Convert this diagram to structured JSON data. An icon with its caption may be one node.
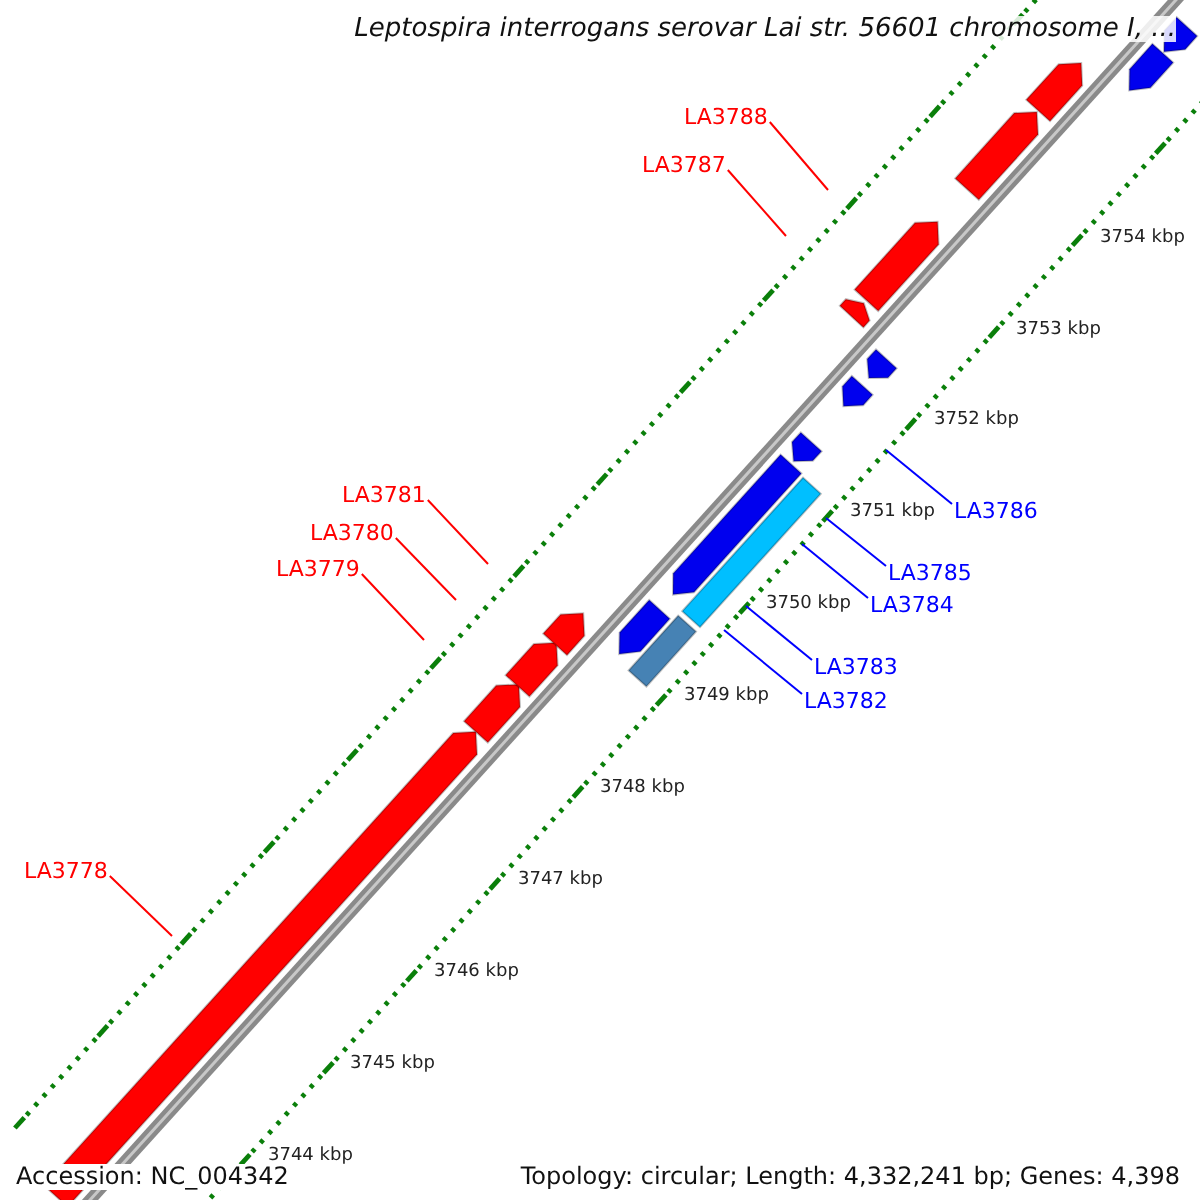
{
  "diagram": {
    "title": "Leptospira interrogans serovar Lai str. 56601 chromosome I, ...",
    "nodes": [
      {
        "text": [
          "LA3788"
        ]
      },
      {
        "text": [
          "LA3787"
        ]
      },
      {
        "text": [
          "LA3786"
        ]
      },
      {
        "text": [
          "LA3785"
        ]
      },
      {
        "text": [
          "LA3781"
        ]
      },
      {
        "text": [
          "LA3784"
        ]
      },
      {
        "text": [
          "LA3780"
        ]
      },
      {
        "text": [
          "LA3779"
        ]
      },
      {
        "text": [
          "LA3783"
        ]
      },
      {
        "text": [
          "LA3782"
        ]
      },
      {
        "text": [
          "LA3778"
        ]
      }
    ],
    "edges": [
      {
        "from": 0,
        "to": null,
        "arrow": "none"
      },
      {
        "from": 1,
        "to": null,
        "arrow": "none"
      },
      {
        "from": 2,
        "to": null,
        "arrow": "none",
        "color": "#0000ff"
      },
      {
        "from": 3,
        "to": null,
        "arrow": "none",
        "color": "#0000ff"
      },
      {
        "from": 4,
        "to": null,
        "arrow": "none"
      },
      {
        "from": 5,
        "to": null,
        "arrow": "none",
        "color": "#0000ff"
      },
      {
        "from": 6,
        "to": null,
        "arrow": "none"
      },
      {
        "from": 7,
        "to": null,
        "arrow": "none"
      },
      {
        "from": 8,
        "to": null,
        "arrow": "none",
        "color": "#0000ff"
      },
      {
        "from": 9,
        "to": null,
        "arrow": "none",
        "color": "#0000ff"
      },
      {
        "from": 10,
        "to": null,
        "arrow": "none"
      }
    ],
    "labels": [
      "3754 kbp",
      "3753 kbp",
      "3752 kbp",
      "3751 kbp",
      "3750 kbp",
      "3749 kbp",
      "3748 kbp",
      "3747 kbp",
      "3746 kbp",
      "3745 kbp",
      "3744 kbp",
      "Accession: NC_004342",
      "Topology: circular; Length: 4,332,241 bp; Genes: 4,398"
    ]
  }
}
